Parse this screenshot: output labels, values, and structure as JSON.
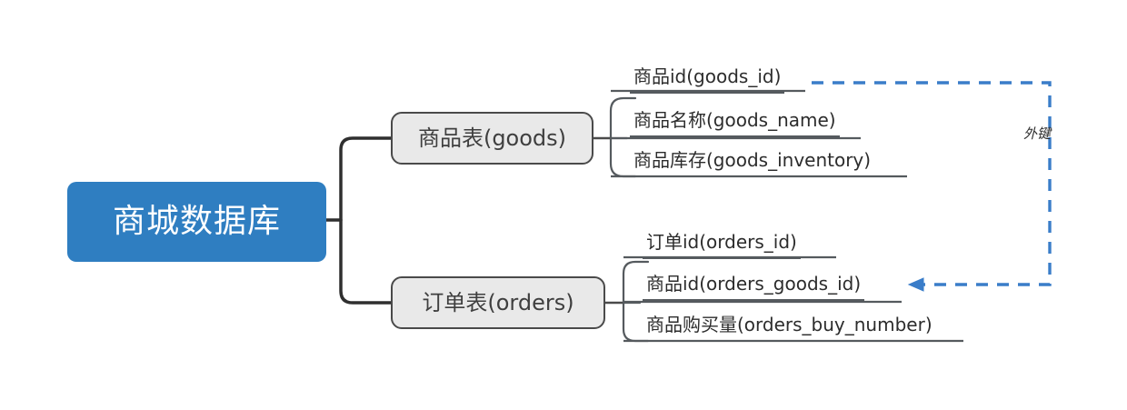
{
  "diagram": {
    "type": "mindmap",
    "background_color": "#ffffff",
    "root": {
      "label": "商城数据库",
      "fill_color": "#2f7ec1",
      "text_color": "#ffffff"
    },
    "branches": [
      {
        "id": "goods",
        "label": "商品表(goods)",
        "fill_color": "#e9e9e9",
        "border_color": "#4a4a4a",
        "fields": [
          {
            "label": "商品id(goods_id)"
          },
          {
            "label": "商品名称(goods_name)"
          },
          {
            "label": "商品库存(goods_inventory)"
          }
        ]
      },
      {
        "id": "orders",
        "label": "订单表(orders)",
        "fill_color": "#e9e9e9",
        "border_color": "#4a4a4a",
        "fields": [
          {
            "label": "订单id(orders_id)"
          },
          {
            "label": "商品id(orders_goods_id)"
          },
          {
            "label": "商品购买量(orders_buy_number)"
          }
        ]
      }
    ],
    "relation": {
      "label": "外键",
      "color": "#3a7dc9",
      "style": "dashed",
      "from": "商品id(goods_id)",
      "to": "商品id(orders_goods_id)"
    }
  }
}
